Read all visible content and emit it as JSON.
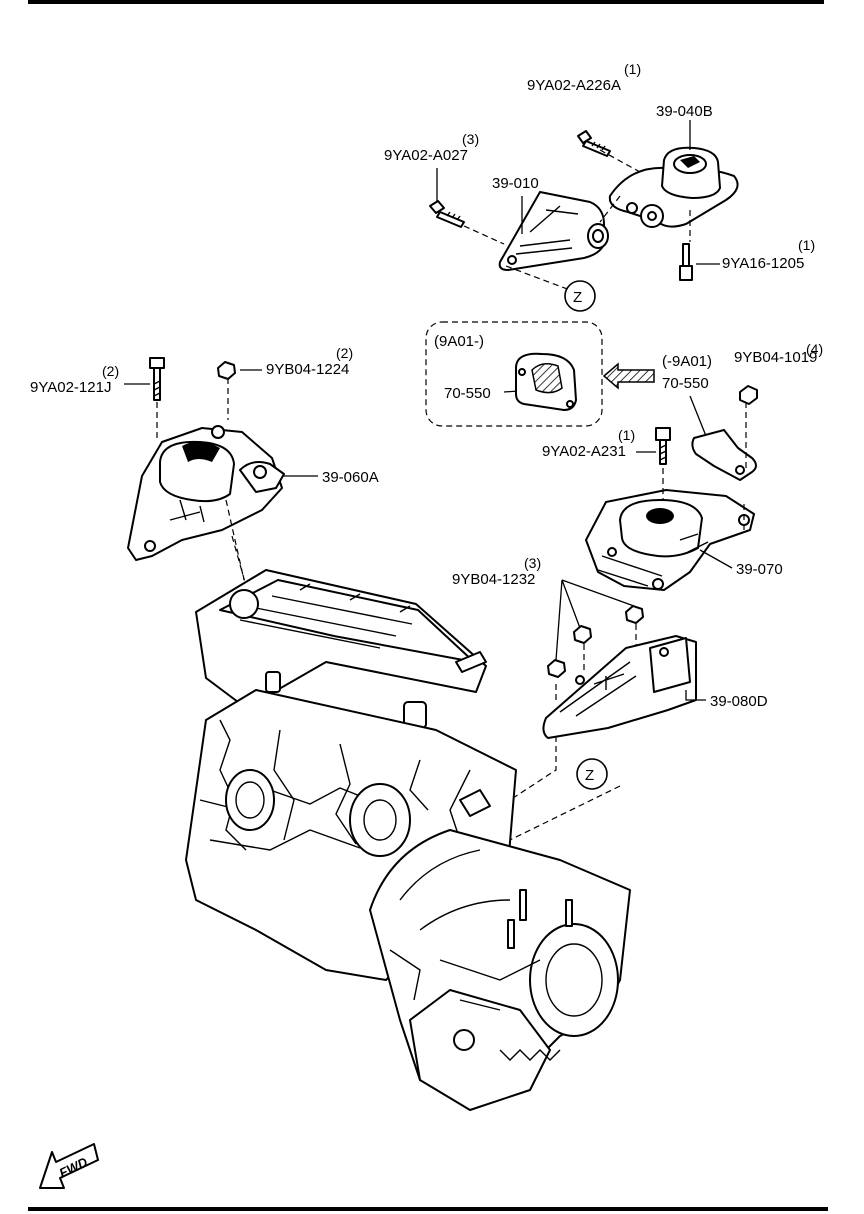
{
  "labels": {
    "bolt_top_qty": "(1)",
    "bolt_top_part": "9YA02-A226A",
    "mount_rh_upper": "39-040B",
    "bolt_a027_qty": "(3)",
    "bolt_a027_part": "9YA02-A027",
    "bracket_rh": "39-010",
    "bolt_1205_qty": "(1)",
    "bolt_1205_part": "9YA16-1205",
    "callout_z_top": "Z",
    "inset_title": "(9A01-)",
    "inset_part": "70-550",
    "bracket_pre_range": "(-9A01)",
    "bracket_pre_part": "70-550",
    "nut_1019_qty": "(4)",
    "nut_1019_part": "9YB04-1019",
    "bolt_121j_qty": "(2)",
    "bolt_121j_part": "9YA02-121J",
    "nut_1224_qty": "(2)",
    "nut_1224_part": "9YB04-1224",
    "mount_lh": "39-060A",
    "bolt_a231_qty": "(1)",
    "bolt_a231_part": "9YA02-A231",
    "mount_trans": "39-070",
    "nut_1232_qty": "(3)",
    "nut_1232_part": "9YB04-1232",
    "mount_rear": "39-080D",
    "callout_z_bottom": "Z",
    "fwd": "FWD"
  }
}
